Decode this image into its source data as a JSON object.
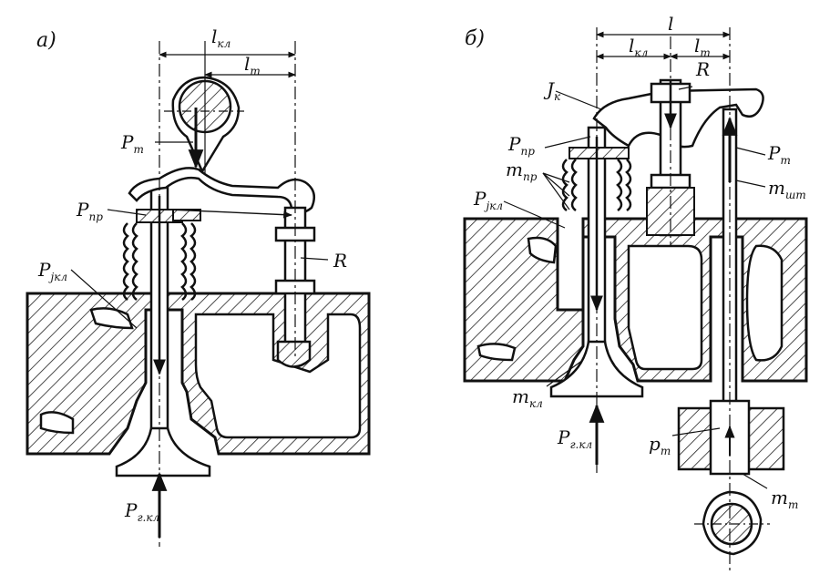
{
  "panel_a": {
    "letter": "а)",
    "l_kl": {
      "main": "l",
      "sub": "кл"
    },
    "l_t": {
      "main": "l",
      "sub": "т"
    },
    "P_t": {
      "main": "P",
      "sub": "т"
    },
    "P_pr": {
      "main": "P",
      "sub": "пр"
    },
    "P_jkl": {
      "main": "P",
      "sub": "jкл"
    },
    "R": "R",
    "P_gkl": {
      "main": "P",
      "sub": "г.кл"
    }
  },
  "panel_b": {
    "letter": "б)",
    "l": "l",
    "l_kl": {
      "main": "l",
      "sub": "кл"
    },
    "l_t": {
      "main": "l",
      "sub": "т"
    },
    "R": "R",
    "J_k": {
      "main": "J",
      "sub": "к"
    },
    "P_pr": {
      "main": "P",
      "sub": "пр"
    },
    "m_pr": {
      "main": "m",
      "sub": "пр"
    },
    "P_jkl": {
      "main": "P",
      "sub": "jкл"
    },
    "P_t": {
      "main": "P",
      "sub": "т"
    },
    "m_sht": {
      "main": "m",
      "sub": "шт"
    },
    "m_kl": {
      "main": "m",
      "sub": "кл"
    },
    "P_gkl": {
      "main": "P",
      "sub": "г.кл"
    },
    "p_t": {
      "main": "p",
      "sub": "т"
    },
    "m_t": {
      "main": "m",
      "sub": "т"
    }
  }
}
